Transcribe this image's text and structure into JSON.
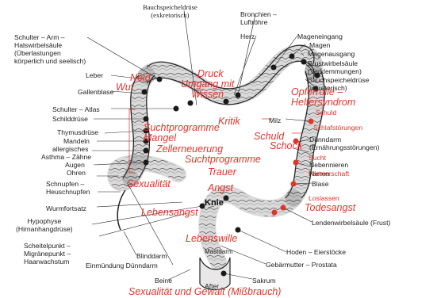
{
  "diagram": {
    "black_labels": {
      "bauchspeicheldruese_exkretorisch": "Bauchspeicheldrüse\n(exkretorisch)",
      "bronchien": "Bronchien –\nLuftröhre",
      "herz": "Herz",
      "mageneingang": "Mageneingang",
      "magen": "Magen",
      "magenausgang": "Magenausgang",
      "brustwirbelsaeule": "Brustwirbelsäule\n(Verklemmungen)",
      "bauchspeicheldruese_inkretorisch": "Bauchspeicheldrüse\n(inkretorisch)",
      "schulter_arm": "Schulter – Arm –\nHalswirbelsäule\n(Überlastungen\nkörperlich und seelisch)",
      "leber": "Leber",
      "gallenblase": "Gallenblase",
      "schulter_atlas": "Schulter – Atlas",
      "schilddruese": "Schilddrüse",
      "thymusdruese": "Thymusdrüse",
      "mandeln": "Mandeln",
      "allergisches": "allergisches",
      "asthma_zaehne": "Asthma – Zähne",
      "augen": "Augen",
      "ohren": "Ohren",
      "schnupfen": "Schnupfen –\nHeuschnupfen",
      "milz": "Milz",
      "duenndarm": "Dünndarm\n(Ernährungsstörungen)",
      "nebennieren": "Nebennieren",
      "nieren": "Nieren",
      "blase": "Blase",
      "wurmfortsatz": "Wurmfortsatz",
      "hypophyse": "Hypophyse\n(Hirnanhangdrüse)",
      "scheitelpunkt": "Scheitelpunkt –\nMigränepunkt –\nHaarwachstum",
      "knie": "Knie",
      "lendenwirbelsaeule": "Lendenwirbelsäule (Frust)",
      "blinddarm": "Blinddarm",
      "mastdarm": "Mastdarm",
      "hoden": "Hoden – Eierstöcke",
      "einmuendung": "Einmündung Dünndarm",
      "gebaermutter": "Gebärmutter – Prostata",
      "beine": "Beine",
      "sakrum": "Sakrum",
      "after": "After"
    },
    "red_labels": {
      "neid": "Neid",
      "wut": "Wut",
      "druck": "Druck",
      "umgang_mit_wissen": "Umgang mit\nWissen",
      "opferrolle": "Opferrolle –\nHelfersyndrom",
      "schuld_small": "Schuld",
      "kritik": "Kritik",
      "suchtprogramme_1": "Suchtprogramme",
      "mangel": "Mangel",
      "schlafstoerungen": "Schlafstörungen",
      "schuld": "Schuld",
      "schock": "Schock",
      "zellerneuerung": "Zellerneuerung",
      "suchtprogramme_2": "Suchtprogramme",
      "sucht": "Sucht",
      "partnerschaft": "Partnerschaft",
      "trauer": "Trauer",
      "sexualitaet": "Sexualität",
      "angst": "Angst",
      "loslassen": "Loslassen",
      "todesangst": "Todesangst",
      "lebensangst": "Lebensangst",
      "lebenswille": "Lebenswille",
      "sexualitaet_gewalt": "Sexualität und Gewalt (Mißbrauch)"
    },
    "colors": {
      "red": "#e0352b",
      "ink": "#222222",
      "point": "#1a1a1a"
    }
  }
}
